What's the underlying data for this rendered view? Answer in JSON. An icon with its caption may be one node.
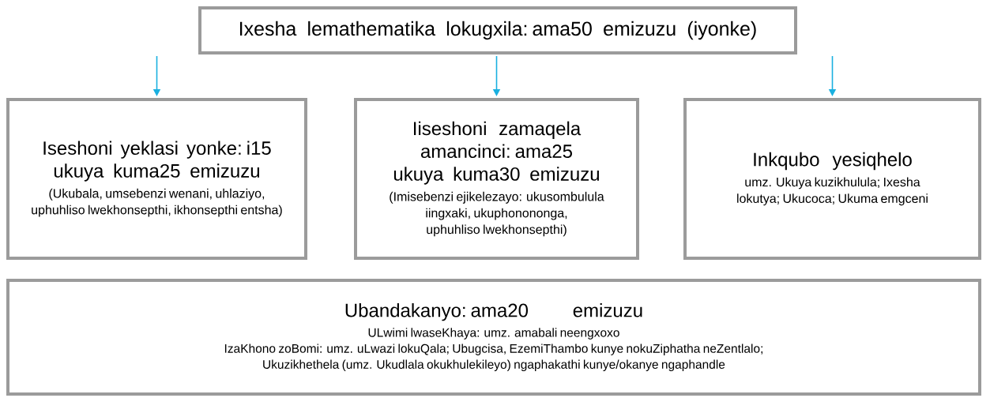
{
  "diagram": {
    "nodes": [
      {
        "text": [
          "Ixesha lemathematika lokugxila: ama50 emizuzu (iyonke)"
        ]
      },
      {
        "text": [
          "Iseshoni yeklasi yonke: i15 ukuya kuma25 emizuzu",
          "(Ukubala, umsebenzi wenani, uhlaziyo, uphuhliso lwekhonsepthi, ikhonsepthi entsha)"
        ]
      },
      {
        "text": [
          "Iiseshoni zamaqela amancinci: ama25 ukuya kuma30 emizuzu",
          "(Imisebenzi ejikelezayo: ukusombulula iingxaki, ukuphonononga, uphuhliso lwekhonsepthi)"
        ]
      },
      {
        "text": [
          "Inkqubo yesiqhelo",
          "umz. Ukuya kuzikhulula; Ixesha lokutya; Ukucoca; Ukuma emgceni"
        ]
      },
      {
        "text": [
          "Ubandakanyo: ama20 emizuzu",
          "ULwimi lwaseKhaya: umz. amabali neengxoxo",
          "IzaKhono zoBomi: umz. uLwazi lokuQala; Ubugcisa, EzemiThambo kunye nokuZiphatha neZentlalo;",
          "Ukuzikhethela (umz. Ukudlala okukhulekileyo) ngaphakathi kunye/okanye ngaphandle"
        ]
      }
    ],
    "edges": [
      {
        "from": 0,
        "to": 1,
        "arrow": "to"
      },
      {
        "from": 0,
        "to": 2,
        "arrow": "to"
      },
      {
        "from": 0,
        "to": 3,
        "arrow": "to"
      }
    ]
  }
}
